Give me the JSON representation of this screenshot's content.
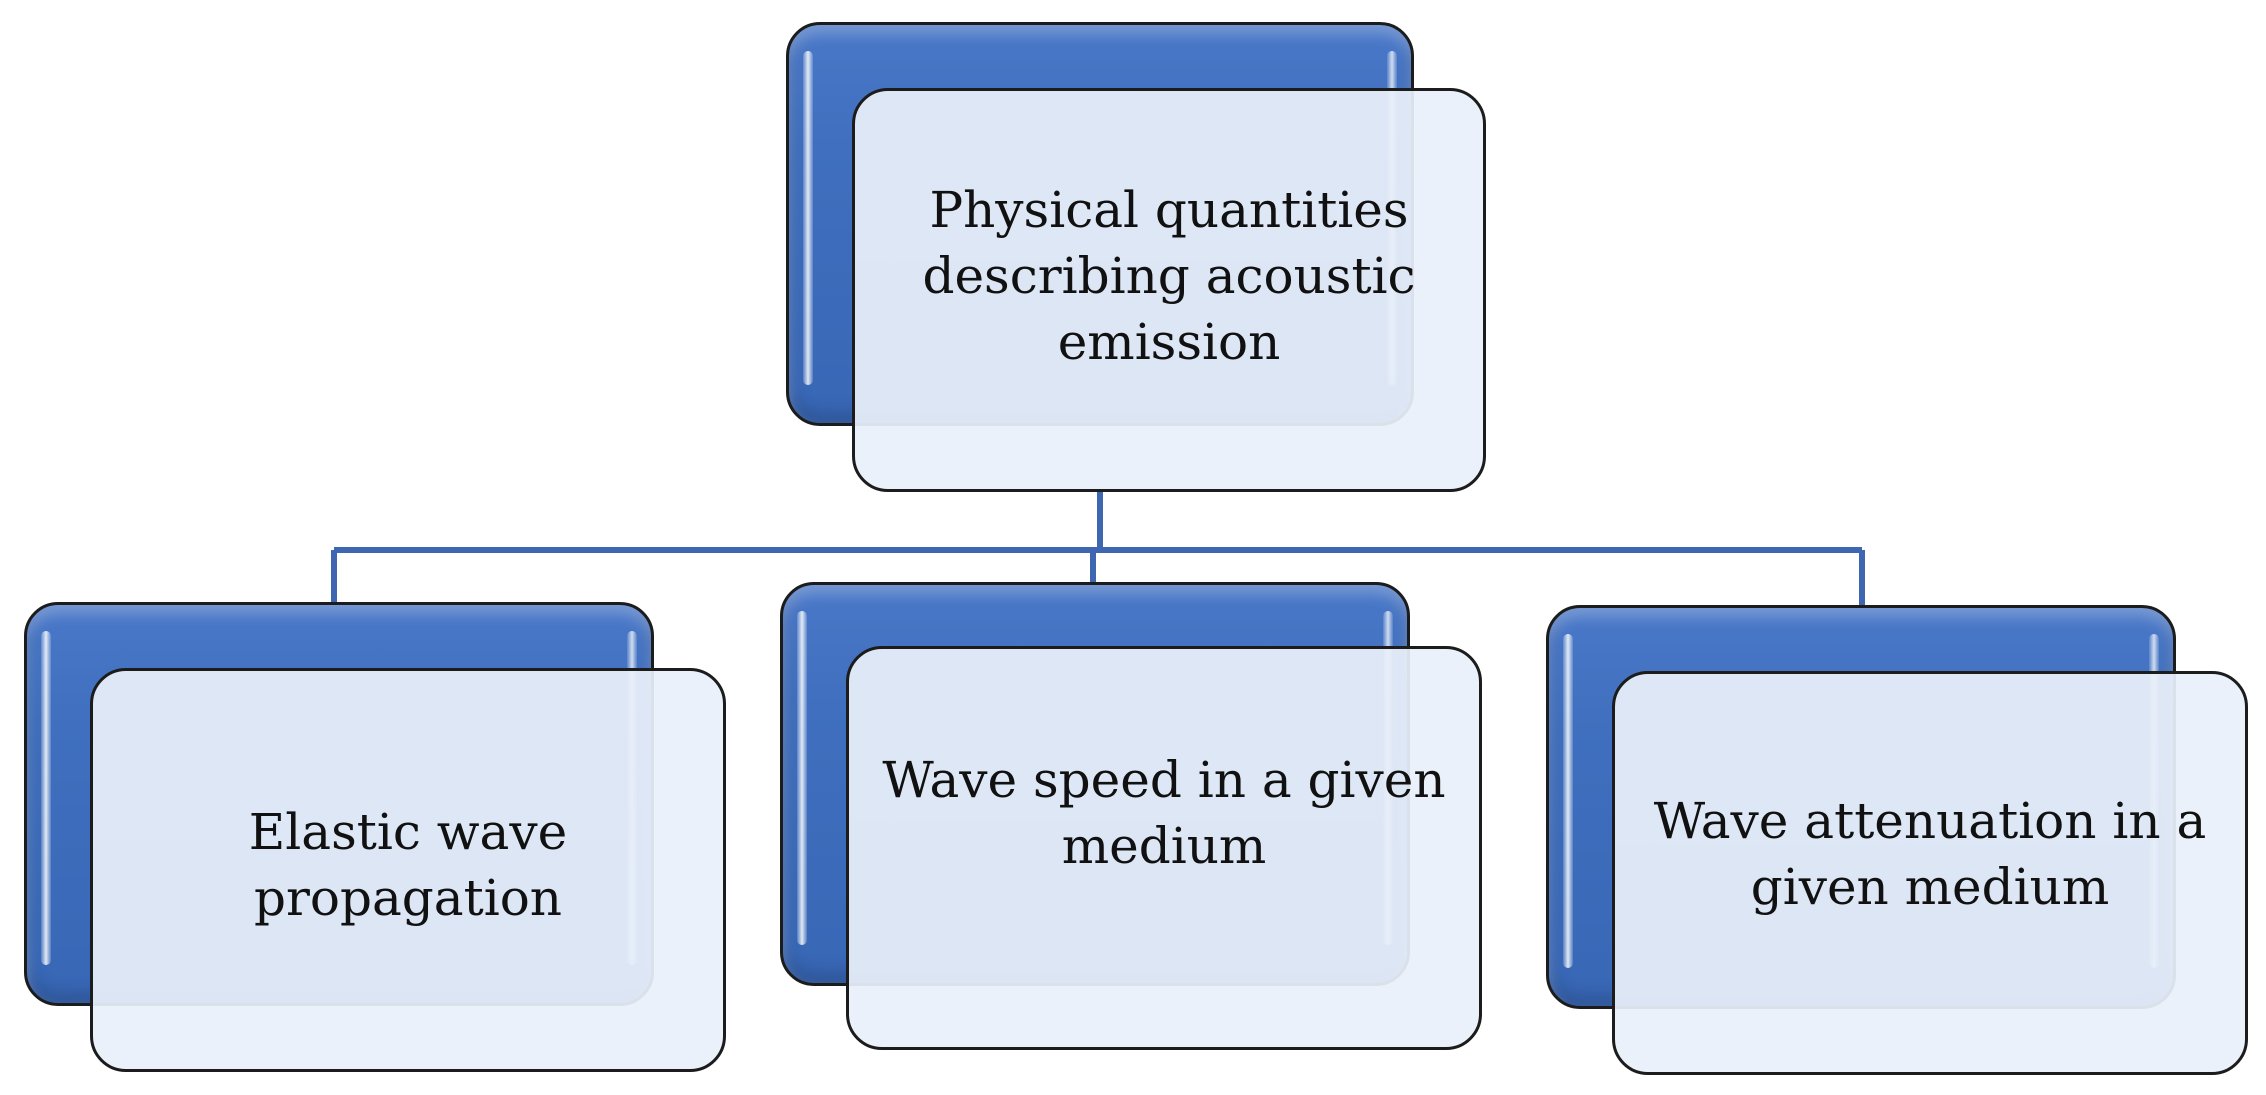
{
  "colors": {
    "connector": "#3f66b0",
    "card_back": "#3f6fbe",
    "card_front": "#eaf0fa",
    "border": "#1c1c1c",
    "text": "#111111"
  },
  "root": {
    "label": "Physical quantities describing acoustic emission"
  },
  "children": [
    {
      "label": "Elastic wave propagation"
    },
    {
      "label": "Wave speed in a given medium"
    },
    {
      "label": "Wave attenuation in a given medium"
    }
  ]
}
